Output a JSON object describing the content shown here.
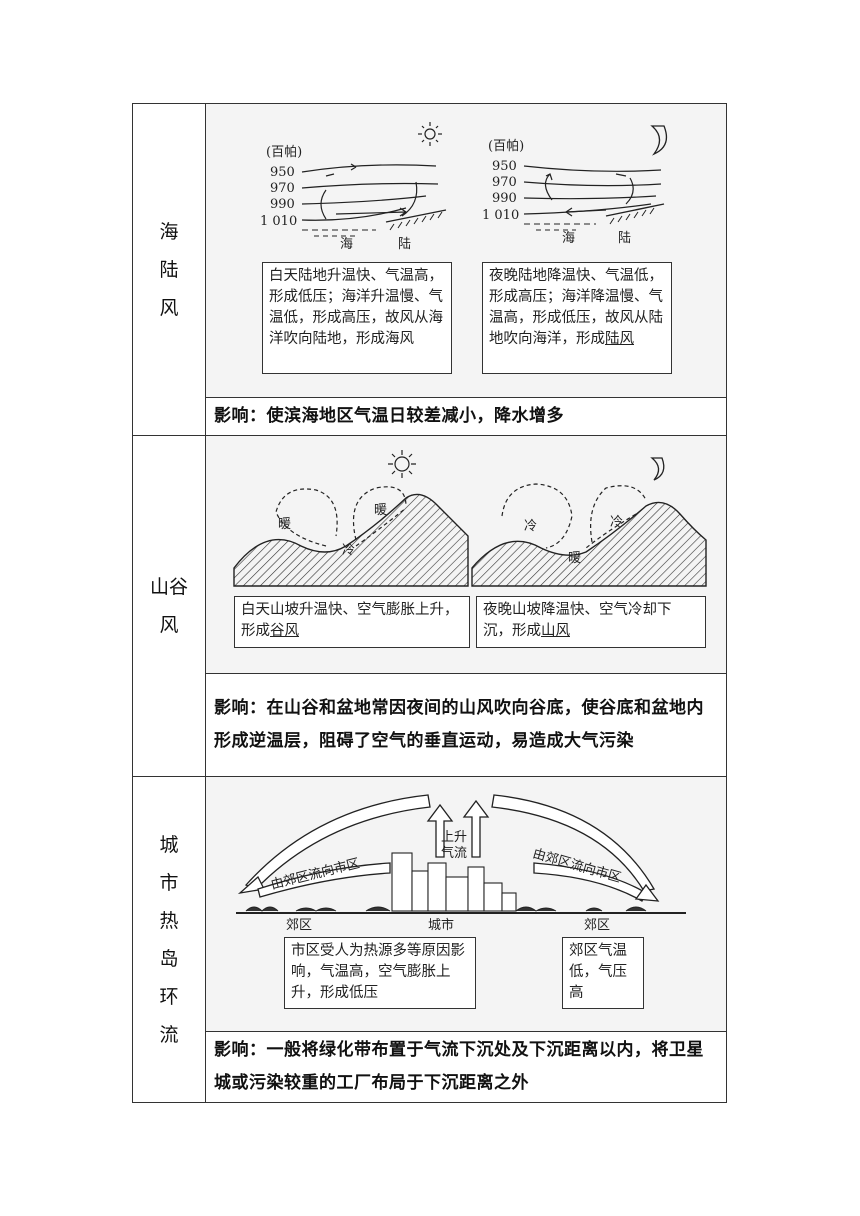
{
  "sea_land": {
    "label": [
      "海",
      "陆",
      "风"
    ],
    "unit": "(百帕)",
    "pressures": [
      "950",
      "970",
      "990",
      "1 010"
    ],
    "sea": "海",
    "land": "陆",
    "day_text": "白天陆地升温快、气温高，形成低压；海洋升温慢、气温低，形成高压，故风从海洋吹向陆地，形成海风",
    "night_text_a": "夜晚陆地降温快、气温低，形成高压；海洋降温慢、气温高，形成低压，故风从陆地吹向海洋，形成",
    "night_text_b": "陆风",
    "impact_key": "影响：",
    "impact": "使滨海地区气温日较差减小，降水增多"
  },
  "valley": {
    "label": [
      "山谷",
      "风"
    ],
    "warm": "暖",
    "cold": "冷",
    "day_text_a": "白天山坡升温快、空气膨胀上升，形成",
    "day_text_b": "谷风",
    "night_text_a": "夜晚山坡降温快、空气冷却下沉，形成",
    "night_text_b": "山风",
    "impact_key": "影响：",
    "impact": "在山谷和盆地常因夜间的山风吹向谷底，使谷底和盆地内形成逆温层，阻碍了空气的垂直运动，易造成大气污染"
  },
  "urban": {
    "label": [
      "城",
      "市",
      "热",
      "岛",
      "环",
      "流"
    ],
    "rise": [
      "上升",
      "气流"
    ],
    "flow_left": "由郊区流向市区",
    "flow_right": "由郊区流向市区",
    "suburb_l": "郊区",
    "city": "城市",
    "suburb_r": "郊区",
    "city_text": "市区受人为热源多等原因影响，气温高，空气膨胀上升，形成低压",
    "suburb_text": "郊区气温低，气压高",
    "impact_key": "影响：",
    "impact": "一般将绿化带布置于气流下沉处及下沉距离以内，将卫星城或污染较重的工厂布局于下沉距离之外"
  }
}
